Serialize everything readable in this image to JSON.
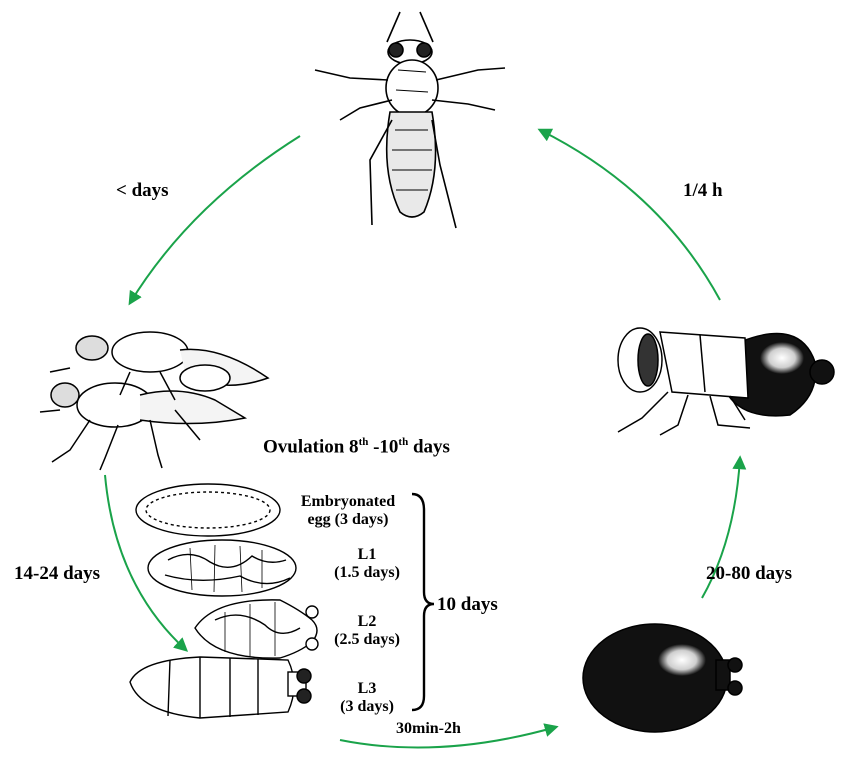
{
  "arrow_color": "#1aa34a",
  "transitions": {
    "adult_to_mating": "< days",
    "pupa_to_adult": "1/4 h",
    "mating_to_larva": "14-24 days",
    "puparium_to_pupa": "20-80 days",
    "larva_to_puparium": "30min-2h"
  },
  "ovulation": {
    "prefix": "Ovulation 8",
    "sup1": "th",
    "mid": " -10",
    "sup2": "th",
    "suffix": " days"
  },
  "stages": [
    {
      "line1": "Embryonated",
      "line2": "egg (3 days)"
    },
    {
      "line1": "L1",
      "line2": "(1.5 days)"
    },
    {
      "line1": "L2",
      "line2": "(2.5 days)"
    },
    {
      "line1": "L3",
      "line2": "(3 days)"
    }
  ],
  "bracket_total": "10 days",
  "figures": [
    "tsetse-adult",
    "mating-pair",
    "embryonated-egg",
    "larva-l1",
    "larva-l2",
    "larva-l3",
    "puparium",
    "emerging-adult"
  ]
}
